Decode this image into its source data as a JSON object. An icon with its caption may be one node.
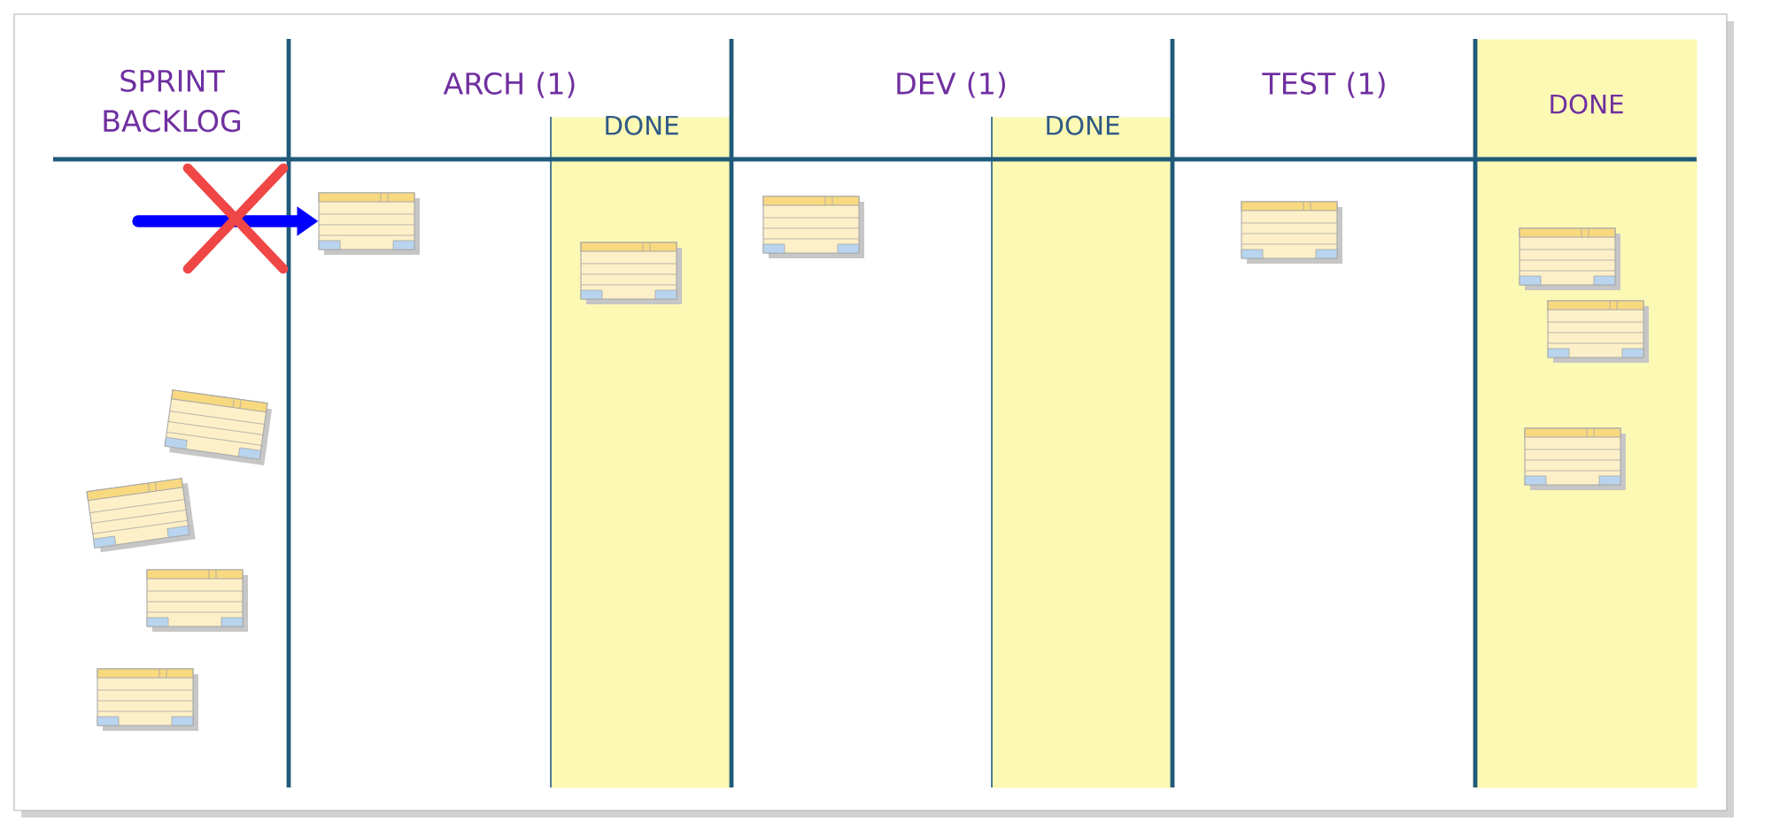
{
  "diagram": {
    "nodes": [
      {
        "text": [],
        "shape": "box"
      },
      {
        "text": [],
        "shape": "box"
      },
      {
        "text": [],
        "shape": "box"
      },
      {
        "text": [],
        "shape": "box"
      },
      {
        "text": [],
        "shape": "box"
      },
      {
        "text": [
          "DONE"
        ]
      },
      {
        "text": [],
        "shape": "box",
        "in": 5
      },
      {
        "text": [],
        "shape": "box"
      },
      {
        "text": [
          "DONE"
        ]
      },
      {
        "text": [],
        "shape": "box"
      },
      {
        "text": [
          "DONE"
        ]
      },
      {
        "text": [],
        "shape": "box",
        "in": 10
      },
      {
        "text": [],
        "shape": "box",
        "in": 10
      },
      {
        "text": [],
        "shape": "box",
        "in": 10
      }
    ],
    "edges": [
      {
        "from": null,
        "to": 4,
        "arrow": "to"
      }
    ],
    "labels": [
      "SPRINT BACKLOG",
      "ARCH (1)",
      "DEV (1)",
      "TEST (1)"
    ]
  }
}
